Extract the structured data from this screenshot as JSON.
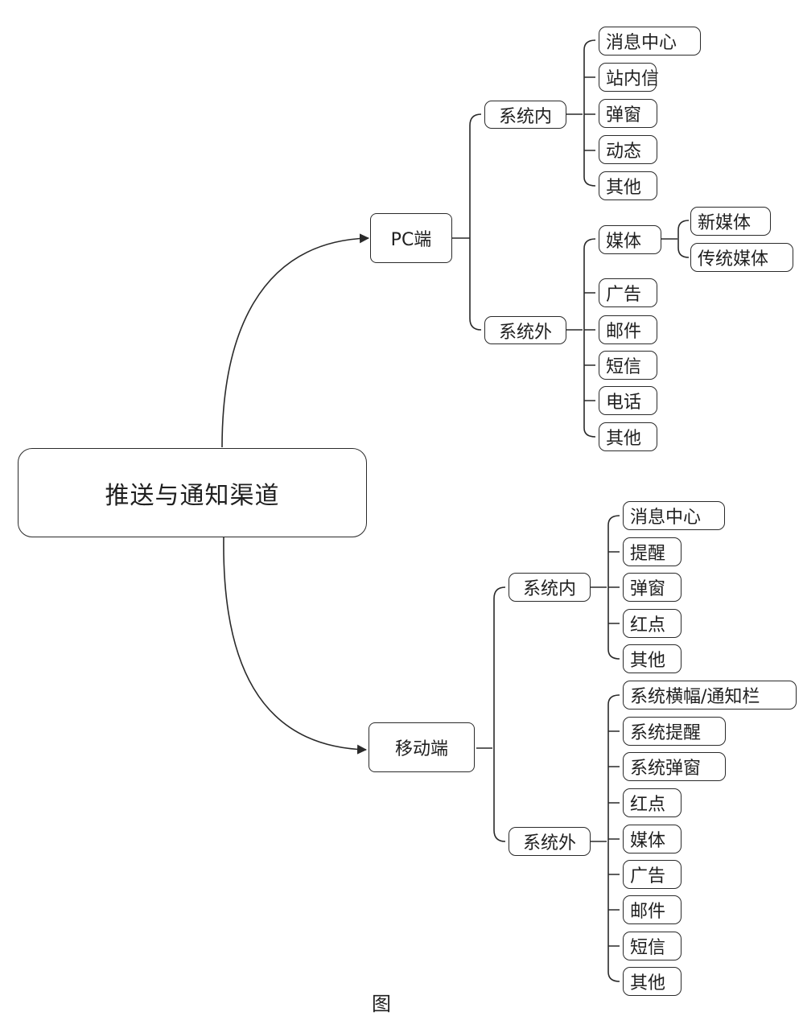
{
  "root": {
    "label": "推送与通知渠道"
  },
  "pc": {
    "label": "PC端",
    "inner": {
      "label": "系统内",
      "items": [
        "消息中心",
        "站内信",
        "弹窗",
        "动态",
        "其他"
      ]
    },
    "outer": {
      "label": "系统外",
      "media": {
        "label": "媒体",
        "children": [
          "新媒体",
          "传统媒体"
        ]
      },
      "items": [
        "广告",
        "邮件",
        "短信",
        "电话",
        "其他"
      ]
    }
  },
  "mobile": {
    "label": "移动端",
    "inner": {
      "label": "系统内",
      "items": [
        "消息中心",
        "提醒",
        "弹窗",
        "红点",
        "其他"
      ]
    },
    "outer": {
      "label": "系统外",
      "items": [
        "系统横幅/通知栏",
        "系统提醒",
        "系统弹窗",
        "红点",
        "媒体",
        "广告",
        "邮件",
        "短信",
        "其他"
      ]
    }
  },
  "caption": "图"
}
